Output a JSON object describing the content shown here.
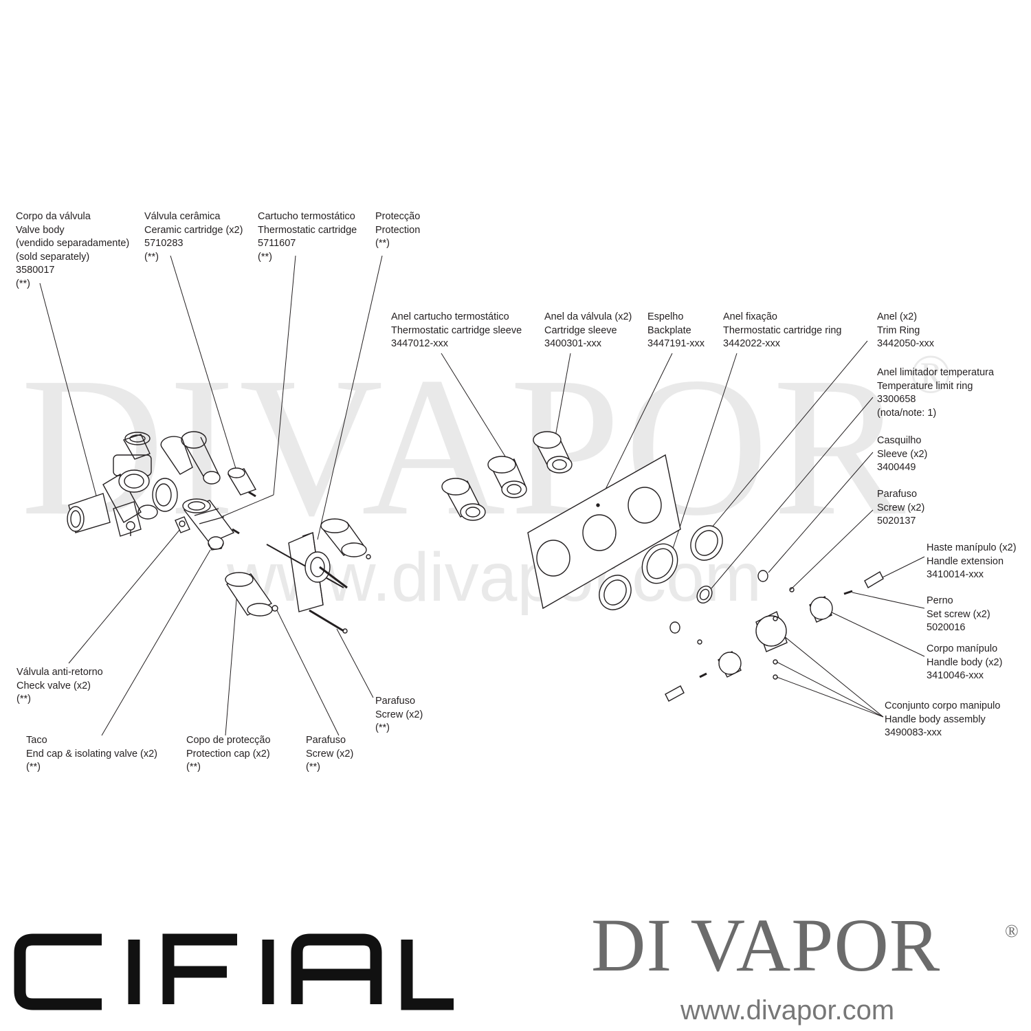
{
  "watermark": {
    "text": "DIVAPOR",
    "reg": "®",
    "url": "www.divapor.com"
  },
  "labels": {
    "valve_body": [
      "Corpo da válvula",
      "Valve body",
      "(vendido separadamente)",
      "(sold separately)",
      "3580017",
      "(**)"
    ],
    "ceramic_cartridge": [
      "Válvula cerâmica",
      "Ceramic cartridge (x2)",
      "5710283",
      "(**)"
    ],
    "thermo_cartridge": [
      "Cartucho termostático",
      "Thermostatic cartridge",
      "5711607",
      "(**)"
    ],
    "protection": [
      "Protecção",
      "Protection",
      "(**)"
    ],
    "thermo_sleeve": [
      "Anel cartucho termostático",
      "Thermostatic cartridge sleeve",
      "3447012-xxx"
    ],
    "cartridge_sleeve": [
      "Anel da válvula (x2)",
      "Cartridge sleeve",
      "3400301-xxx"
    ],
    "backplate": [
      "Espelho",
      "Backplate",
      "3447191-xxx"
    ],
    "thermo_ring": [
      "Anel fixação",
      "Thermostatic cartridge ring",
      "3442022-xxx"
    ],
    "trim_ring": [
      "Anel (x2)",
      "Trim Ring",
      "3442050-xxx"
    ],
    "temp_limit_ring": [
      "Anel limitador temperatura",
      "Temperature limit ring",
      "3300658",
      "(nota/note: 1)"
    ],
    "sleeve": [
      "Casquilho",
      "Sleeve (x2)",
      "3400449"
    ],
    "screw_5020137": [
      "Parafuso",
      "Screw (x2)",
      "5020137"
    ],
    "handle_extension": [
      "Haste manípulo (x2)",
      "Handle extension",
      "3410014-xxx"
    ],
    "set_screw": [
      "Perno",
      "Set screw (x2)",
      "5020016"
    ],
    "handle_body": [
      "Corpo manípulo",
      "Handle body (x2)",
      "3410046-xxx"
    ],
    "handle_assembly": [
      "Cconjunto corpo manipulo",
      "Handle body assembly",
      "3490083-xxx"
    ],
    "check_valve": [
      "Válvula anti-retorno",
      "Check valve (x2)",
      "(**)"
    ],
    "end_cap": [
      "Taco",
      "End cap & isolating valve (x2)",
      "(**)"
    ],
    "protection_cap": [
      "Copo de protecção",
      "Protection cap (x2)",
      "(**)"
    ],
    "screw_a": [
      "Parafuso",
      "Screw (x2)",
      "(**)"
    ],
    "screw_b": [
      "Parafuso",
      "Screw (x2)",
      "(**)"
    ]
  },
  "logos": {
    "cifial": "CIFIAL",
    "divapor": "DI VAPOR",
    "divapor_reg": "®",
    "divapor_url": "www.divapor.com"
  }
}
